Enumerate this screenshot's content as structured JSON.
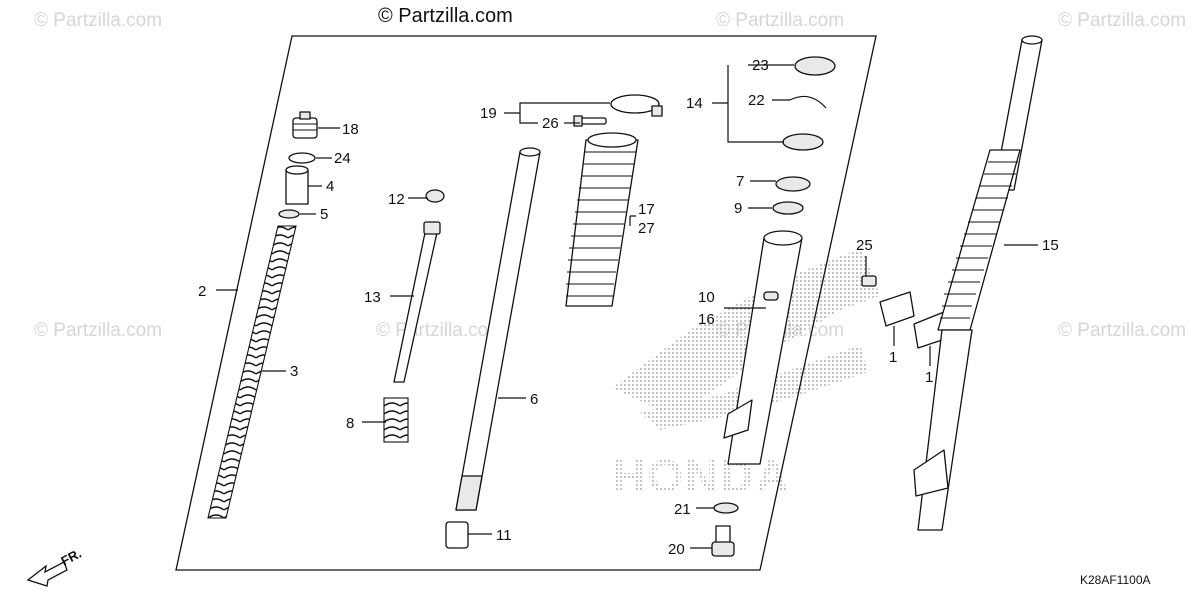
{
  "credit": "© Partzilla.com",
  "watermark": "© Partzilla.com",
  "diagram_code": "K28AF1100A",
  "direction_label": "FR.",
  "brand_mark": "HONDA",
  "callouts": [
    "1",
    "1",
    "2",
    "3",
    "4",
    "5",
    "6",
    "7",
    "8",
    "9",
    "10",
    "11",
    "12",
    "13",
    "14",
    "15",
    "16",
    "17",
    "18",
    "19",
    "20",
    "21",
    "22",
    "23",
    "24",
    "25",
    "26",
    "27"
  ]
}
